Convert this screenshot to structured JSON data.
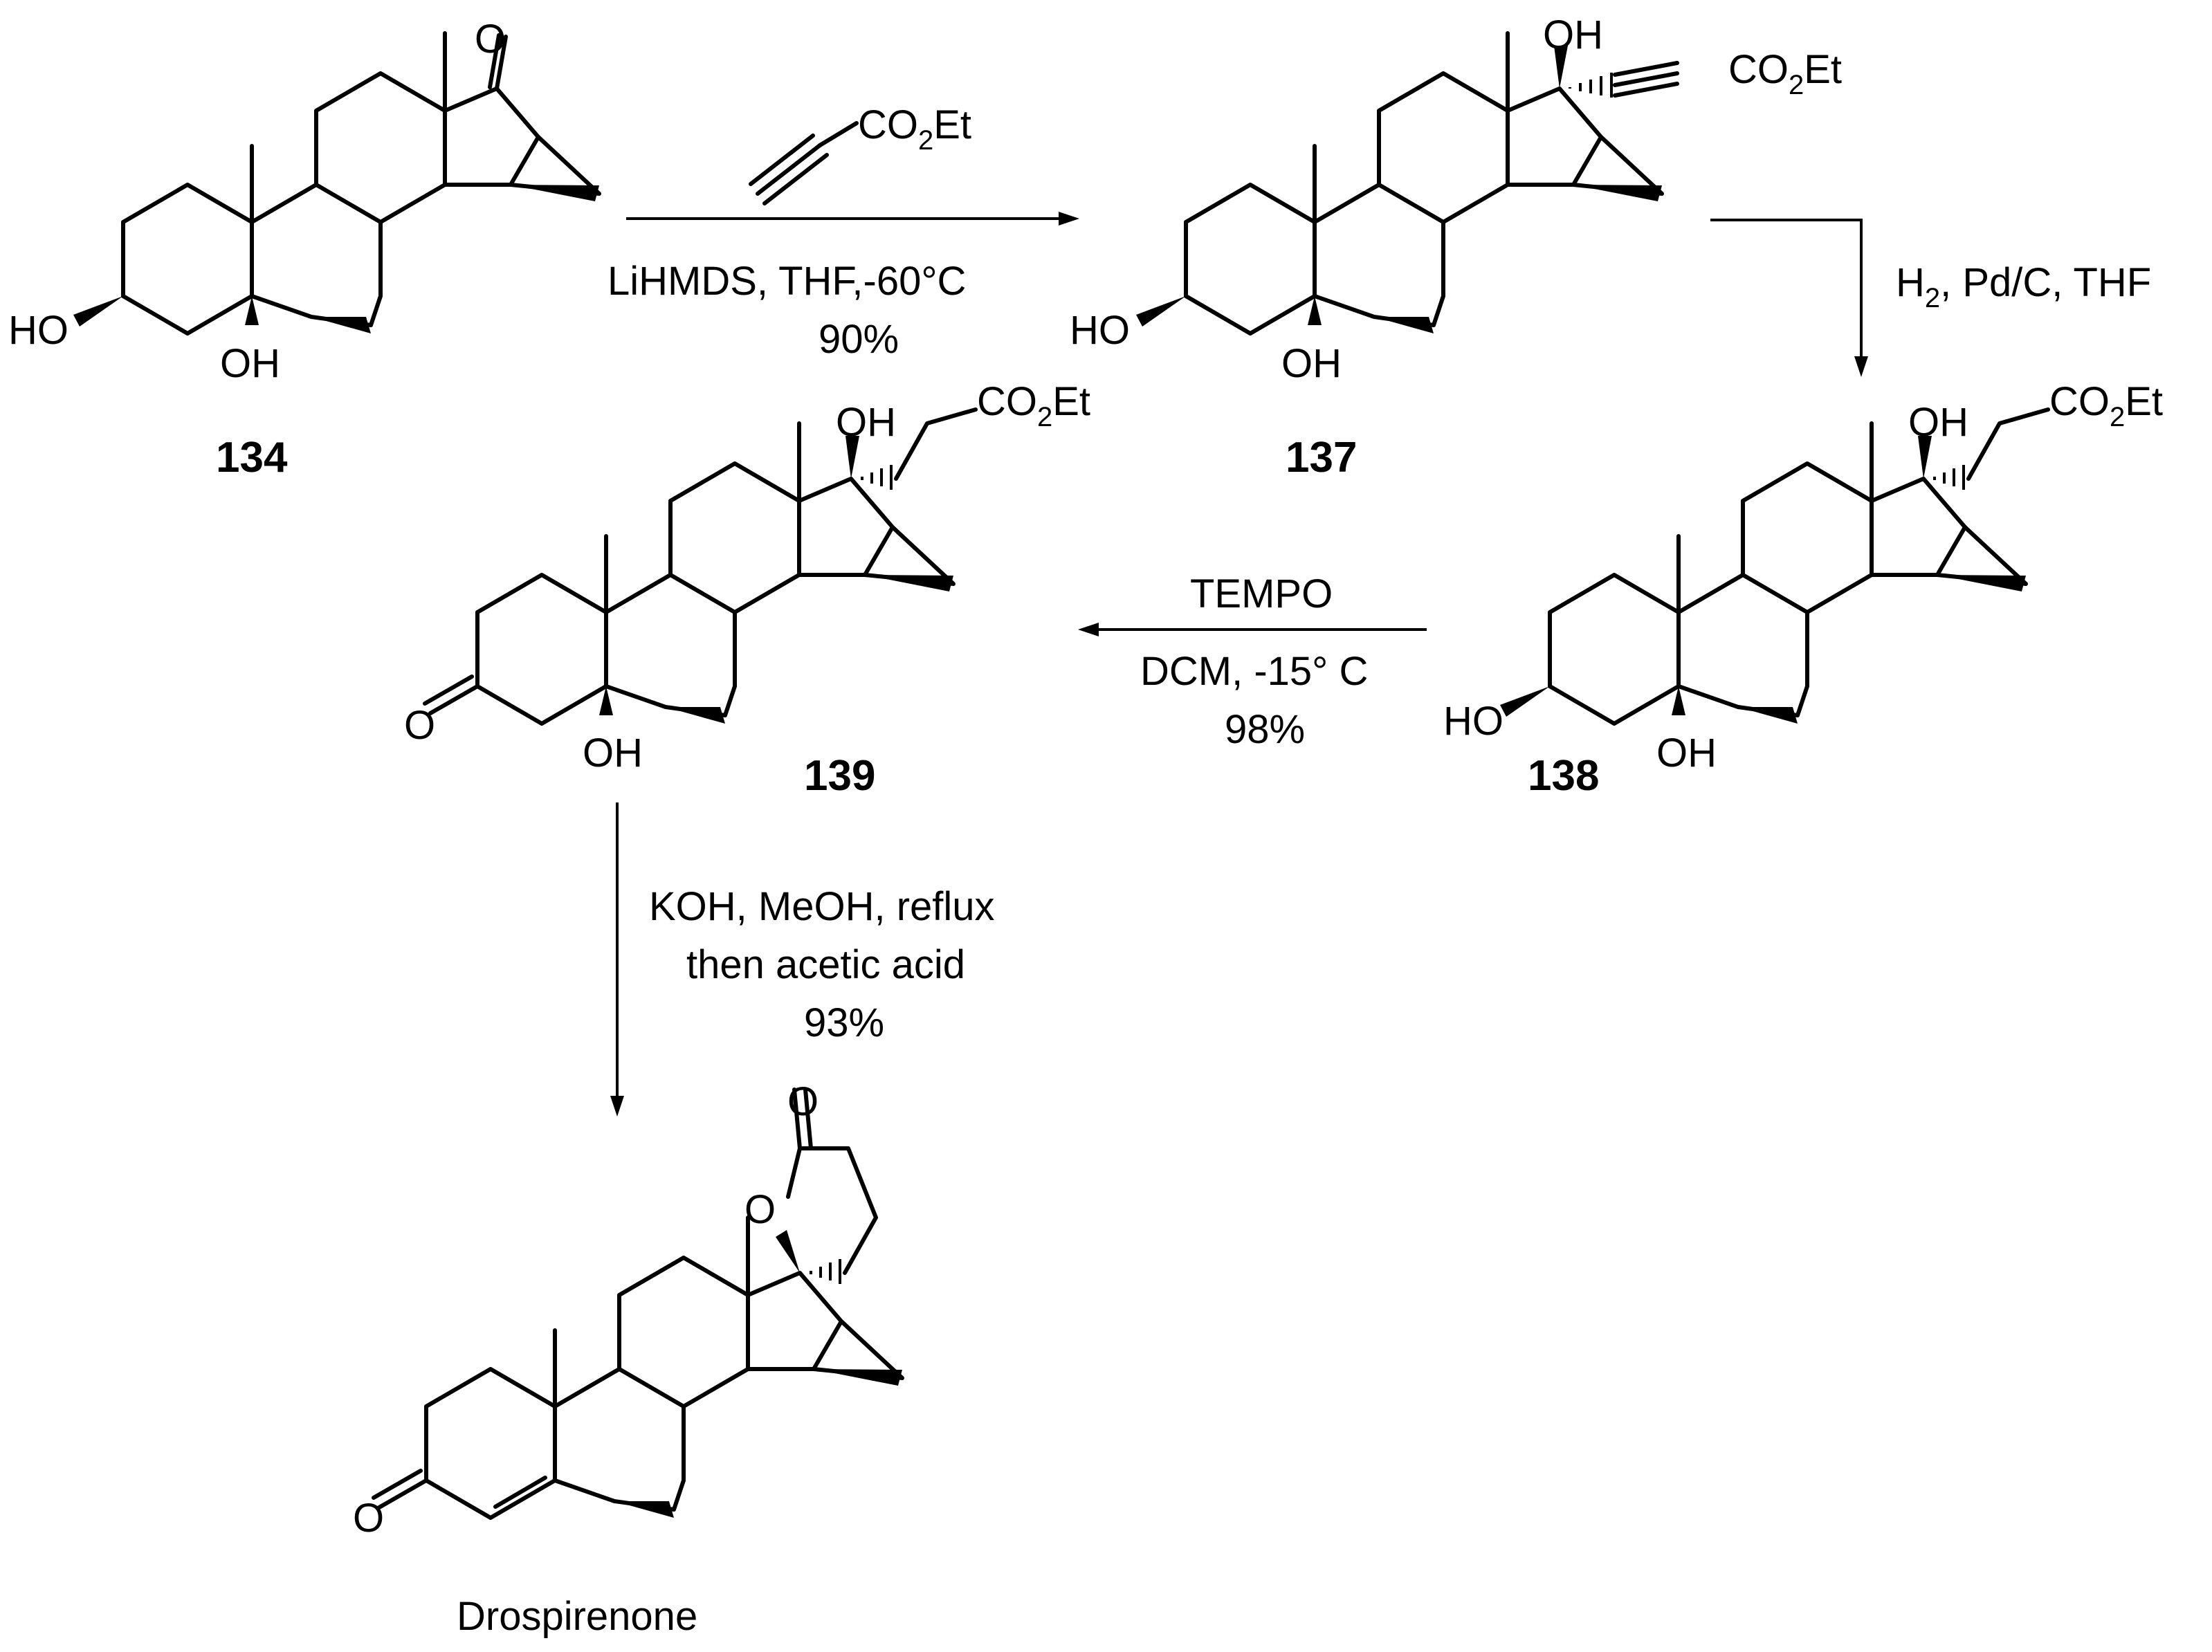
{
  "atoms": {
    "oh": "OH",
    "ho": "HO",
    "o": "O",
    "co2et_pre": "CO",
    "co2et_sub": "2",
    "co2et_post": "Et"
  },
  "compounds": {
    "c134": "134",
    "c137": "137",
    "c138": "138",
    "c139": "139",
    "product": "Drospirenone"
  },
  "steps": {
    "step1": {
      "line1": "LiHMDS, THF,-60°C",
      "line2": "90%"
    },
    "step2": {
      "h": "H",
      "h_sub": "2",
      "rest": ", Pd/C, THF"
    },
    "step3": {
      "line1": "TEMPO",
      "line2": "DCM, -15° C",
      "line3": "98%"
    },
    "step4": {
      "line1": "KOH, MeOH, reflux",
      "line2": "then acetic acid",
      "line3": "93%"
    }
  }
}
